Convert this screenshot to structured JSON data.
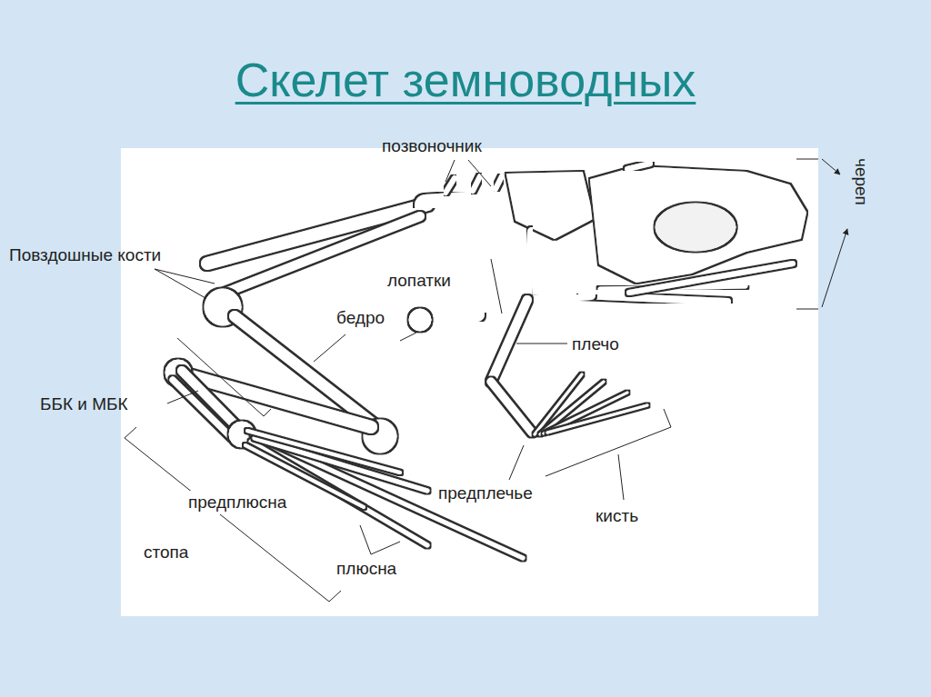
{
  "diagram": {
    "title": "Скелет земноводных",
    "labels": [
      "позвоночник",
      "череп",
      "Повздошные кости",
      "лопатки",
      "бедро",
      "плечо",
      "ББК и МБК",
      "предплюсна",
      "предплечье",
      "кисть",
      "стопа",
      "плюсна"
    ]
  }
}
